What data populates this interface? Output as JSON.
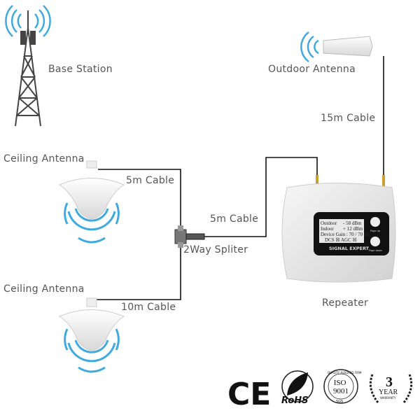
{
  "labels": {
    "base_station": "Base Station",
    "outdoor_antenna": "Outdoor Antenna",
    "cable_15m": "15m Cable",
    "ceiling_antenna_1": "Ceiling Antenna",
    "cable_5m_top": "5m Cable",
    "cable_5m_mid": "5m Cable",
    "splitter": "2Way Spliter",
    "ceiling_antenna_2": "Ceiling Antenna",
    "cable_10m": "10m Cable",
    "repeater": "Repeater"
  },
  "repeater_screen": {
    "row1": "Outdoor",
    "row1_value": "- 58 dBm",
    "row2": "Indoor",
    "row2_value": "+ 12 dBm",
    "row3": "Device Gain : 70 / 70 dB",
    "row4": "DCS  ☒   AGC ☒",
    "brand": "SIGNAL EXPERT",
    "page_up": "Page up",
    "page_down": "Page down"
  },
  "certifications": {
    "ce": "CE",
    "rohs": "RoHS",
    "iso": "ISO 9001",
    "iso_ring": "QUALITY ASSURED FIRM",
    "iso_sub": "SGS",
    "warranty_num": "3",
    "warranty_word": "YEAR",
    "warranty_sub": "WARRANTY"
  },
  "colors": {
    "signal_wave": "#3fa9e0",
    "cable": "#111111",
    "label": "#555555"
  }
}
